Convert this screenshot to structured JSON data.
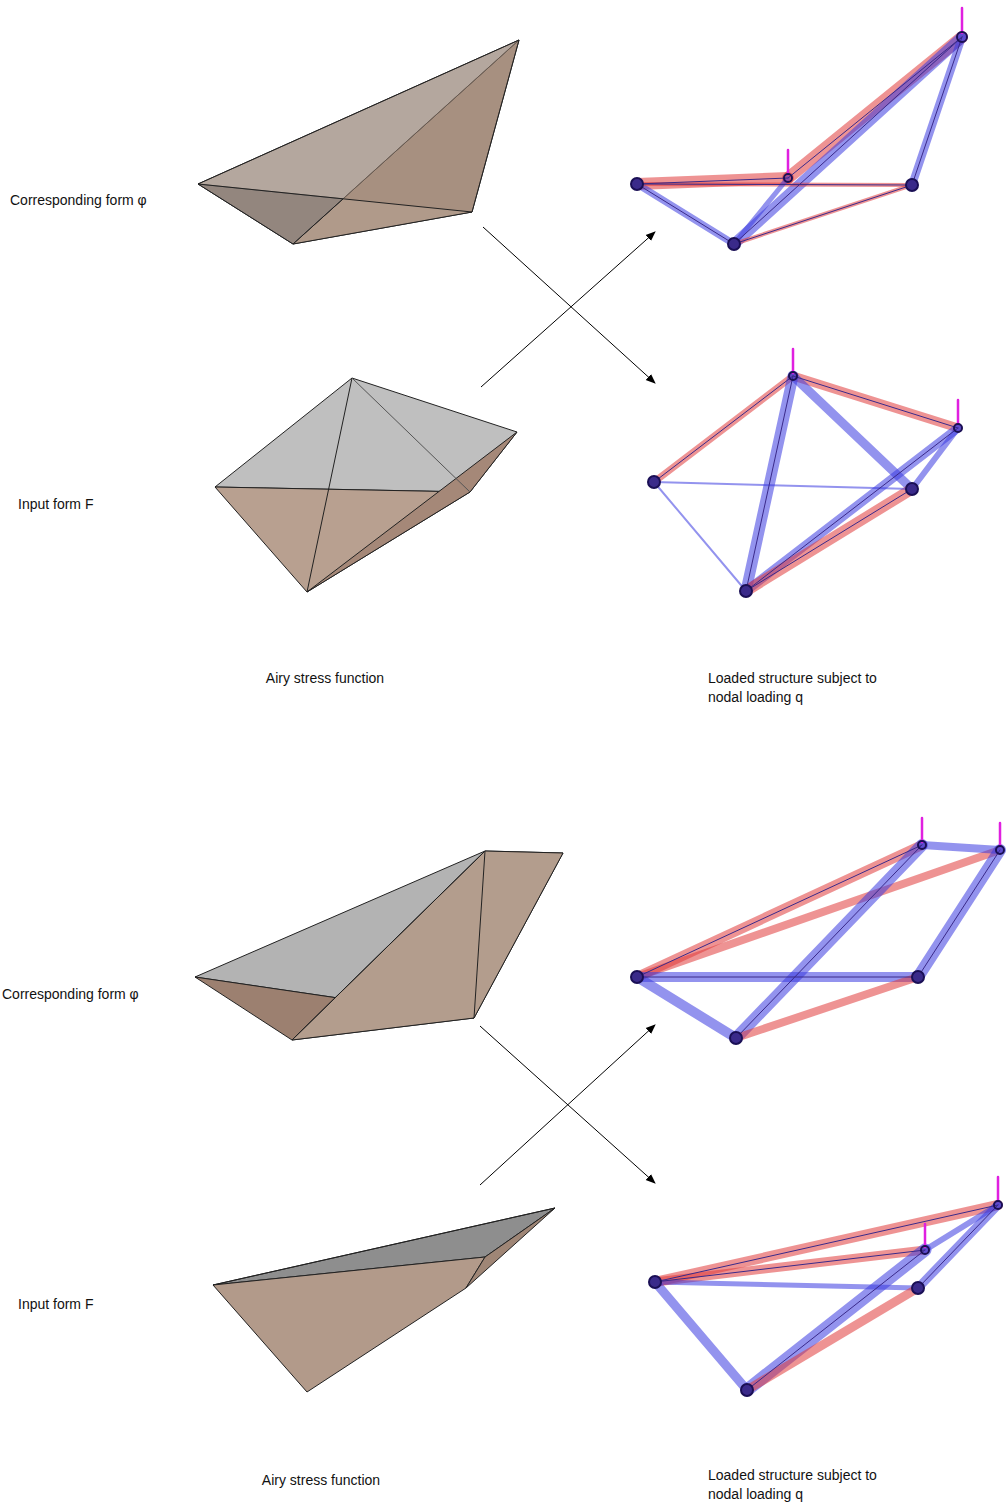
{
  "diagram": {
    "labels": [
      "Corresponding form φ",
      "Input form F",
      "Airy stress function",
      "Loaded structure subject to nodal loading q",
      "Corresponding form φ",
      "Input form F",
      "Airy stress function",
      "Loaded structure subject to nodal loading q"
    ]
  }
}
